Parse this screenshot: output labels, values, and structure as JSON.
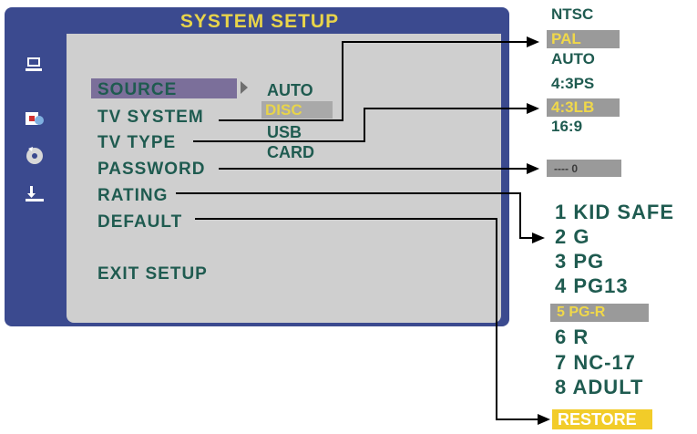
{
  "window": {
    "title": "SYSTEM SETUP"
  },
  "sidebar": {
    "icons": [
      "monitor-icon",
      "language-icon",
      "disc-icon",
      "preference-icon"
    ]
  },
  "menu": {
    "source": "SOURCE",
    "tv_system": "TV SYSTEM",
    "tv_type": "TV TYPE",
    "password": "PASSWORD",
    "rating": "RATING",
    "default": "DEFAULT",
    "exit": "EXIT SETUP"
  },
  "source_options": [
    "AUTO",
    "DISC",
    "USB",
    "CARD"
  ],
  "tv_system_options": [
    "NTSC",
    "PAL",
    "AUTO"
  ],
  "tv_type_options": [
    "4:3PS",
    "4:3LB",
    "16:9"
  ],
  "password_field": "---- 0",
  "rating_options": [
    "1 KID SAFE",
    "2 G",
    "3 PG",
    "4 PG13",
    "5 PG-R",
    "6 R",
    "7 NC-17",
    "8 ADULT"
  ],
  "default_option": "RESTORE",
  "colors": {
    "panel": "#3b4a8f",
    "title": "#e8d44a",
    "text": "#1f5b50",
    "highlight": "#f2cc29"
  }
}
